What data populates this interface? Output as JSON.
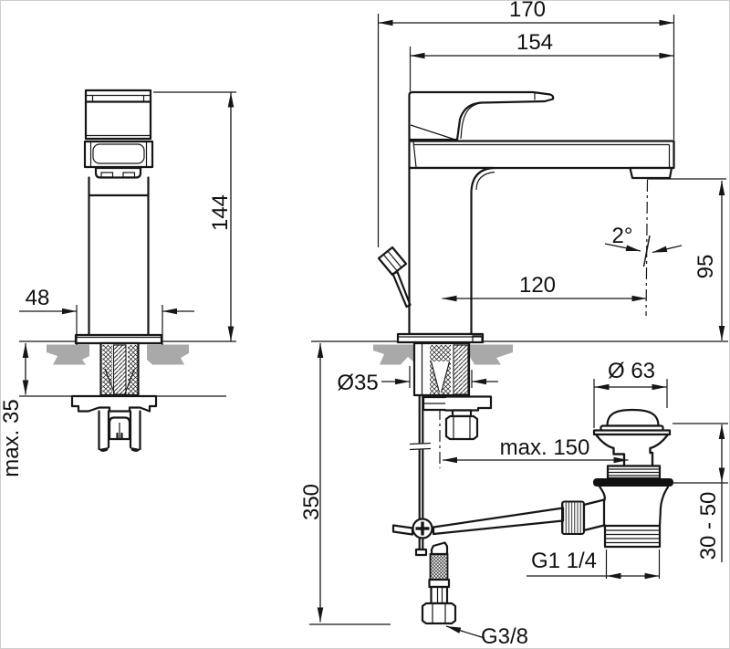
{
  "drawing": {
    "colors": {
      "line": "#161616",
      "countertop_gray": "#a9a9a9",
      "gasket_black": "#111111",
      "background": "#ffffff"
    },
    "dimensions": {
      "overall_width": "170",
      "spout_center_width": "154",
      "body_height": "144",
      "base_width": "48",
      "deck_max_thickness": "max. 35",
      "spout_reach": "120",
      "stream_angle": "2°",
      "outlet_height": "95",
      "shank_diameter": "Ø35",
      "supply_length": "350",
      "rod_max_length": "max. 150",
      "waste_diameter": "Ø 63",
      "clamp_range": "30 - 50",
      "waste_thread": "G1 1/4",
      "supply_thread": "G3/8"
    }
  }
}
